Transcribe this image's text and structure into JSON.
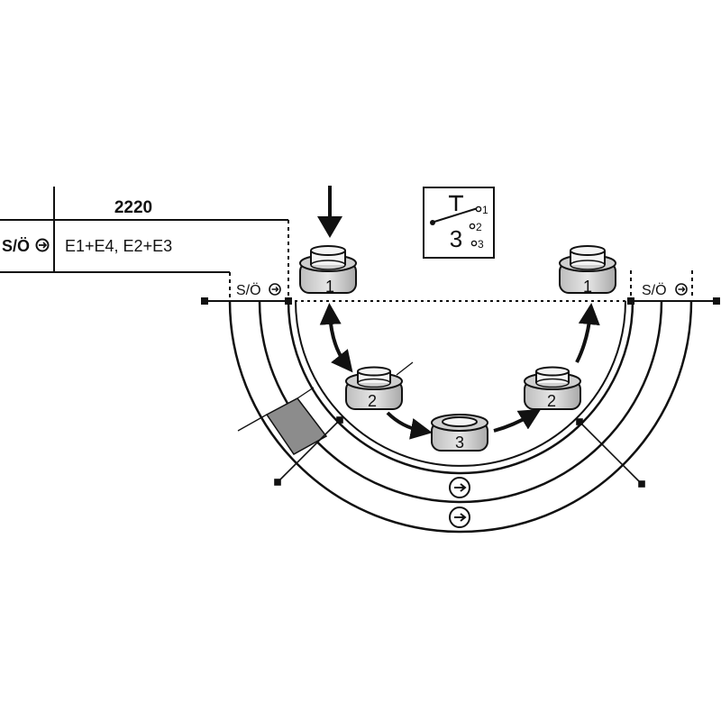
{
  "table": {
    "code": "2220",
    "left_label": "S/Ö",
    "combination": "E1+E4, E2+E3"
  },
  "track": {
    "left_label": "S/Ö",
    "right_label": "S/Ö"
  },
  "buttons": {
    "b1_left": "1",
    "b2_left": "2",
    "b3": "3",
    "b2_right": "2",
    "b1_right": "1"
  },
  "switch_box": {
    "number": "3",
    "positions": [
      "1",
      "2",
      "3"
    ]
  },
  "colors": {
    "line": "#111111",
    "button_fill": "#d8d8d8",
    "button_top": "#f4f4f4",
    "shaded_band": "#8c8c8c"
  },
  "icons": {
    "direction": "circle-arrow-right-icon",
    "switch": "switch-symbol-icon",
    "push": "down-arrow-icon"
  }
}
